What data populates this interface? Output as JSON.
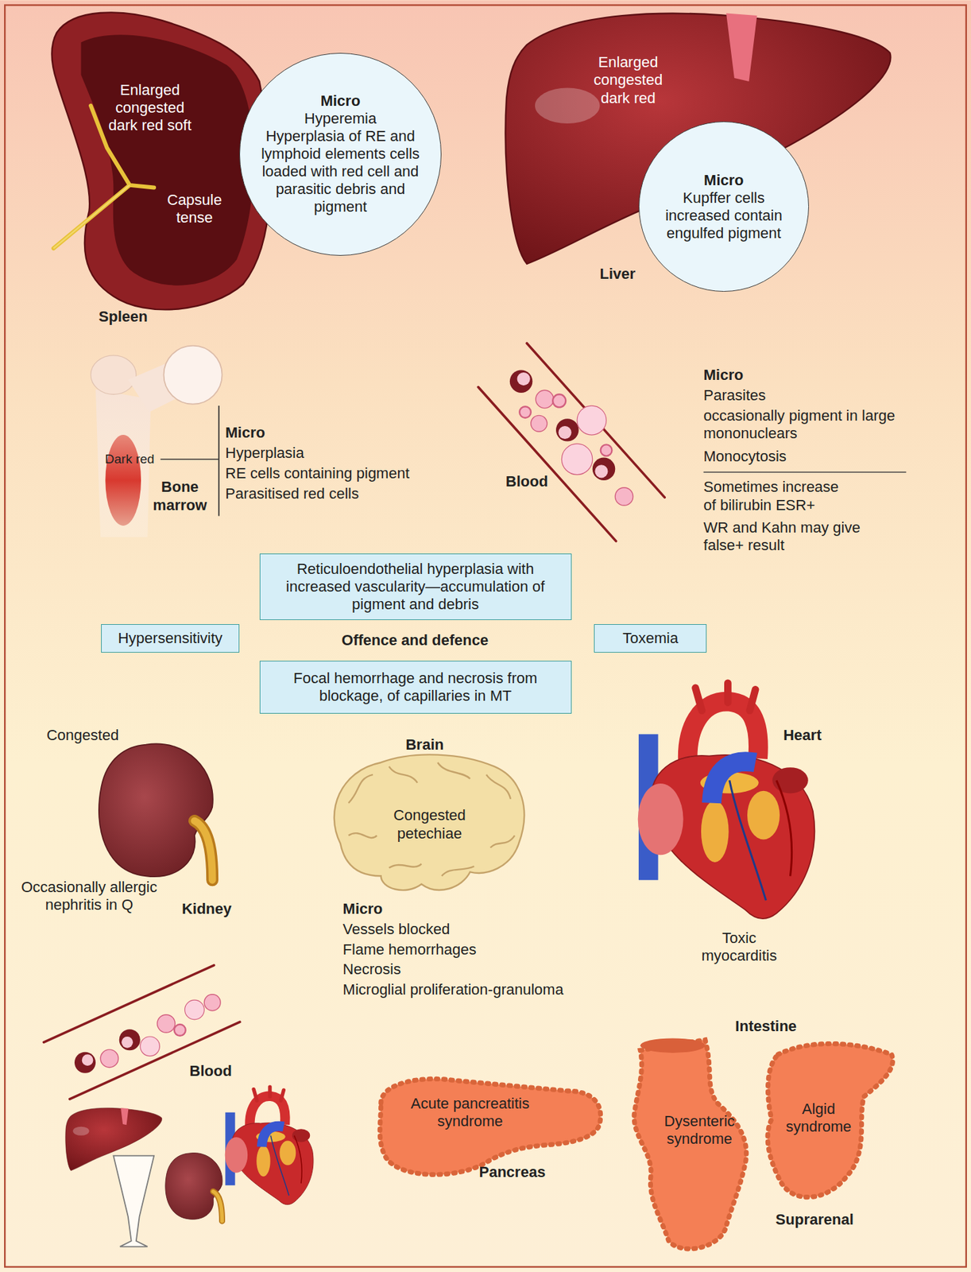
{
  "diagram": {
    "nodes": [
      {
        "text": [
          "Micro",
          "Hyperemia",
          "Hyperplasia of RE and lymphoid elements cells loaded with red cell and parasitic debris and pigment"
        ]
      },
      {
        "text": [
          "Micro",
          "Kupffer cells increased contain engulfed pigment"
        ]
      },
      {
        "text": [
          "Reticuloendothelial hyperplasia with increased vascularity—accumulation of pigment and debris"
        ]
      },
      {
        "text": [
          "Hypersensitivity"
        ]
      },
      {
        "text": [
          "Toxemia"
        ]
      },
      {
        "text": [
          "Focal hemorrhage and necrosis from blockage, of capillaries in MT"
        ]
      }
    ],
    "labels": [
      "Enlarged congested dark red soft",
      "Capsule tense",
      "Spleen",
      "Enlarged congested dark red",
      "Liver",
      "Dark red",
      "Bone marrow",
      "Micro",
      "Hyperplasia",
      "RE cells containing pigment",
      "Parasitised red cells",
      "Blood",
      "Micro",
      "Parasites",
      "occasionally pigment in large mononuclears",
      "Monocytosis",
      "Sometimes increase of bilirubin ESR+",
      "WR and Kahn may give false+ result",
      "Offence and defence",
      "Congested",
      "Occasionally allergic nephritis in Q",
      "Kidney",
      "Brain",
      "Congested petechiae",
      "Micro",
      "Vessels blocked",
      "Flame hemorrhages",
      "Necrosis",
      "Microglial proliferation-granuloma",
      "Heart",
      "Toxic myocarditis",
      "Intestine",
      "Dysenteric syndrome",
      "Algid syndrome",
      "Suprarenal",
      "Blood",
      "Acute pancreatitis syndrome",
      "Pancreas"
    ]
  }
}
